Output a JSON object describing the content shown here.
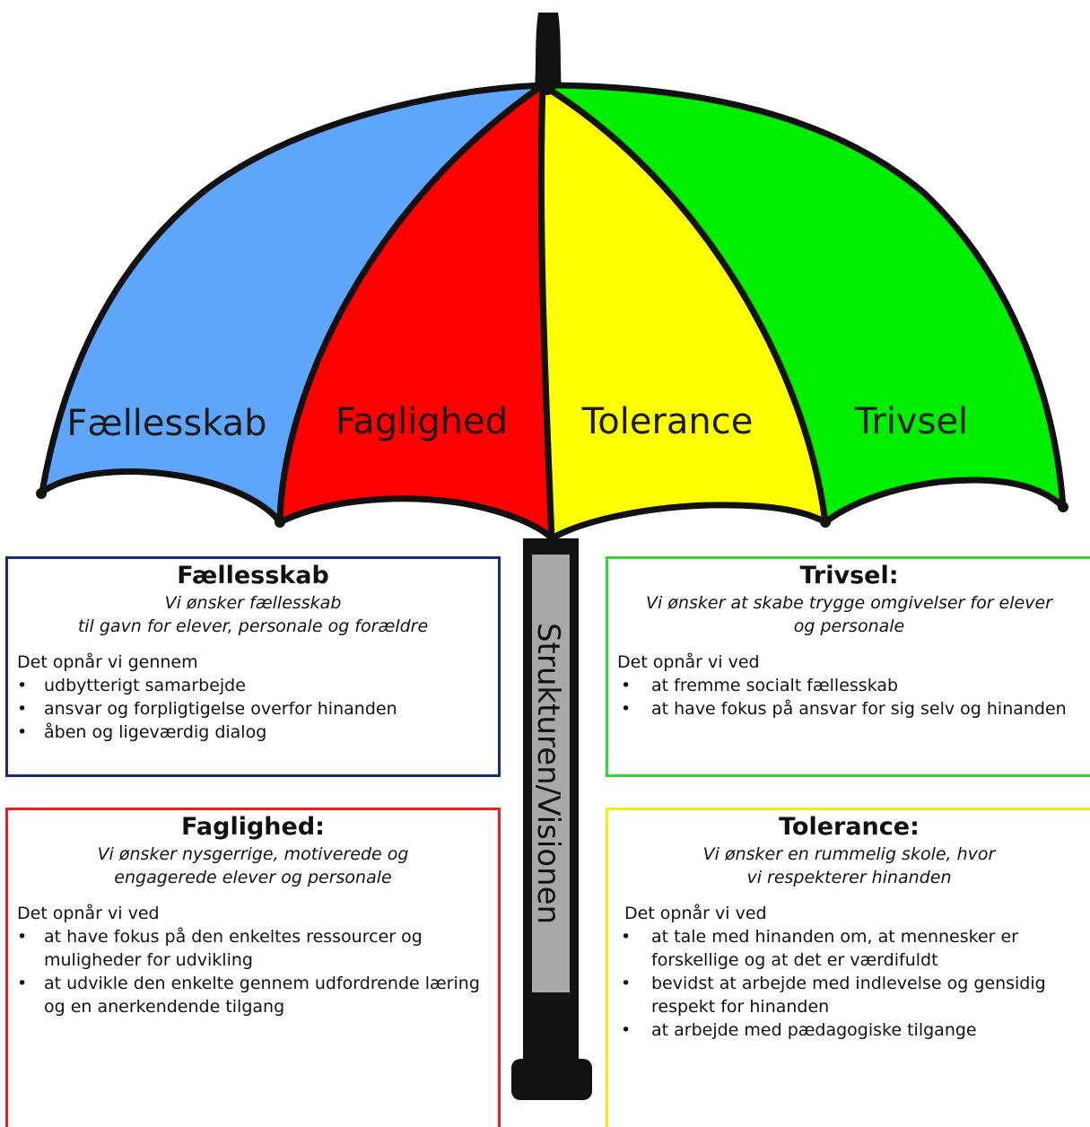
{
  "umbrella": {
    "panels": [
      {
        "label": "Fællesskab",
        "color": "#5ea6fb"
      },
      {
        "label": "Faglighed",
        "color": "#ff0000"
      },
      {
        "label": "Tolerance",
        "color": "#ffff00"
      },
      {
        "label": "Trivsel",
        "color": "#00ee00"
      }
    ],
    "shaft_label": "Strukturen/Visionen",
    "shaft_color": "#111111",
    "shaft_label_bg": "#a8a8a8"
  },
  "boxes": {
    "faellesskab": {
      "title": "Fællesskab",
      "subtitle_line1": "Vi ønsker fællesskab",
      "subtitle_line2": "til gavn for elever, personale og forældre",
      "lead": "Det opnår vi gennem",
      "items": [
        "udbytterigt samarbejde",
        "ansvar og forpligtigelse overfor hinanden",
        "åben og ligeværdig dialog"
      ],
      "border_color": "#1a2b7a"
    },
    "faglighed": {
      "title": "Faglighed:",
      "subtitle_line1": "Vi ønsker nysgerrige, motiverede og",
      "subtitle_line2": "engagerede elever og personale",
      "lead": "Det opnår vi ved",
      "items": [
        "at have fokus på den enkeltes ressourcer og muligheder for udvikling",
        "at udvikle den enkelte gennem udfordrende læring og en anerkendende tilgang"
      ],
      "border_color": "#e8231f"
    },
    "trivsel": {
      "title": "Trivsel:",
      "subtitle_line1": "Vi ønsker at skabe trygge omgivelser for elever",
      "subtitle_line2": "og personale",
      "lead": "Det opnår vi ved",
      "items": [
        "at fremme socialt fællesskab",
        "at have fokus på ansvar for sig selv og hinanden"
      ],
      "border_color": "#2fd82f"
    },
    "tolerance": {
      "title": "Tolerance:",
      "subtitle_line1": "Vi ønsker en rummelig skole, hvor",
      "subtitle_line2": "vi respekterer hinanden",
      "lead": "Det opnår vi ved",
      "items": [
        "at tale med hinanden om, at mennesker er forskellige og at det er værdifuldt",
        "bevidst at arbejde med indlevelse og gensidig respekt for hinanden",
        "at arbejde med pædagogiske tilgange"
      ],
      "border_color": "#f2ec1b"
    }
  }
}
